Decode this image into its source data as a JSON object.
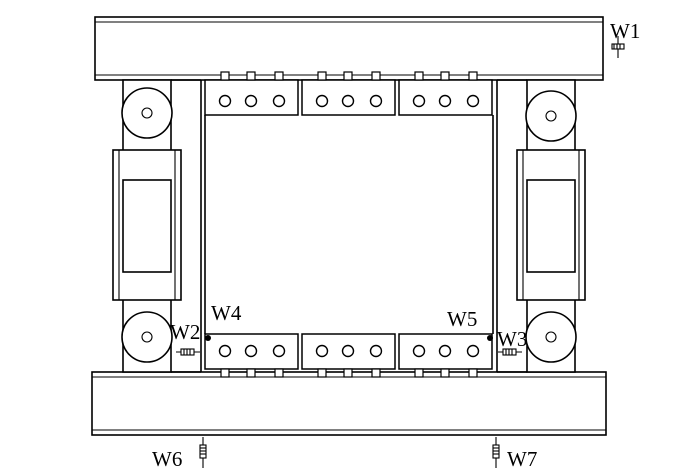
{
  "labels": {
    "w1": "W1",
    "w2": "W2",
    "w3": "W3",
    "w4": "W4",
    "w5": "W5",
    "w6": "W6",
    "w7": "W7"
  },
  "colors": {
    "stroke": "#000000",
    "background": "#ffffff"
  }
}
